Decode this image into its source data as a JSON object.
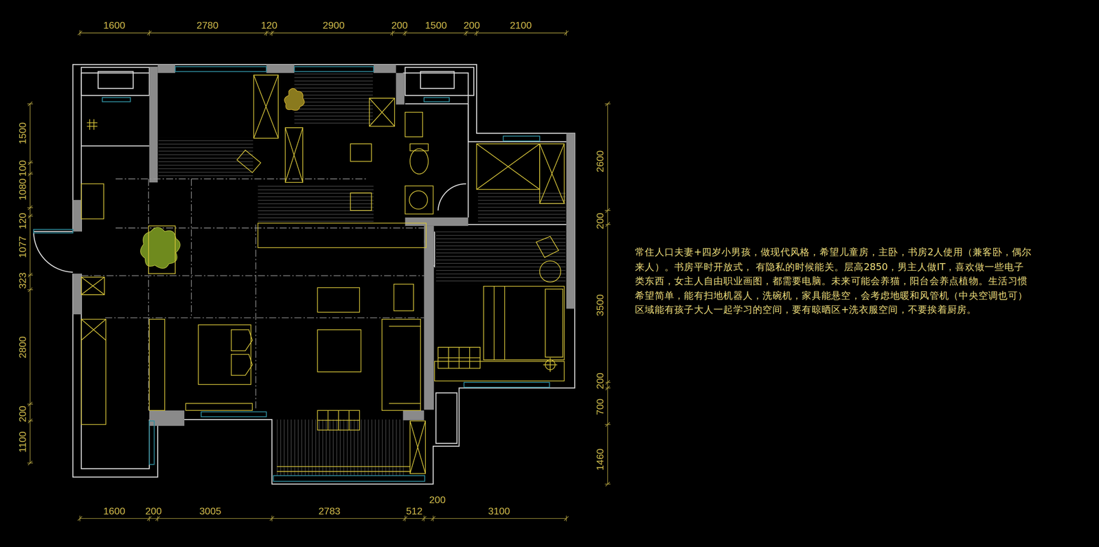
{
  "diagram": {
    "labels": [
      "1600",
      "2780",
      "120",
      "2900",
      "200",
      "1500",
      "200",
      "2100",
      "1500",
      "100",
      "1080",
      "120",
      "1077",
      "323",
      "2800",
      "200",
      "1100",
      "2600",
      "200",
      "3500",
      "200",
      "700",
      "1460",
      "1600",
      "200",
      "3005",
      "2783",
      "512",
      "200",
      "3100",
      "常住人口夫妻+四岁小男孩，做现代风格，希望儿童房，主卧，书房2人使用（兼客卧，偶尔来人）。书房平时开放式， 有隐私的时候能关。层高2850，男主人做IT，喜欢做一些电子类东西，女主人自由职业画图，都需要电脑。未来可能会养猫，阳台会养点植物。生活习惯希望简单，能有扫地机器人，洗碗机，家具能悬空，会考虑地暖和风管机（中央空调也可）",
      "区域能有孩子大人一起学习的空间，要有晾晒区+洗衣服空间，不要挨着厨房。"
    ]
  }
}
